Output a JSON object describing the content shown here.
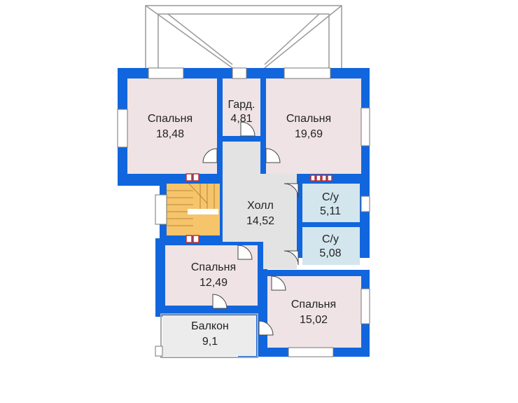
{
  "rooms": [
    {
      "key": "bedroom_nw",
      "name": "Спальня",
      "area": "18,48"
    },
    {
      "key": "wardrobe",
      "name": "Гард.",
      "area": "4,81"
    },
    {
      "key": "bedroom_ne",
      "name": "Спальня",
      "area": "19,69"
    },
    {
      "key": "hall",
      "name": "Холл",
      "area": "14,52"
    },
    {
      "key": "bath_1",
      "name": "С/у",
      "area": "5,11"
    },
    {
      "key": "bath_2",
      "name": "С/у",
      "area": "5,08"
    },
    {
      "key": "bedroom_sw",
      "name": "Спальня",
      "area": "12,49"
    },
    {
      "key": "bedroom_se",
      "name": "Спальня",
      "area": "15,02"
    },
    {
      "key": "balcony",
      "name": "Балкон",
      "area": "9,1"
    }
  ],
  "colors": {
    "wall": "#1166dd",
    "bedroom_floor": "#efe3e6",
    "hall_floor": "#e3e3e3",
    "bathroom_floor": "#d3e6ee",
    "stair_fill": "#f6c46a",
    "balcony_floor": "#ececec",
    "chimney": "#c03030",
    "roof_line": "#999999"
  }
}
